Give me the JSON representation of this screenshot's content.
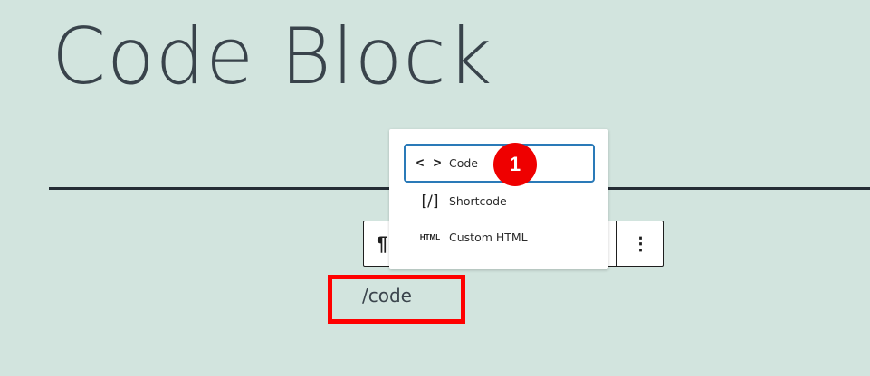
{
  "page": {
    "title": "Code Block"
  },
  "block_toolbar": {
    "paragraph_icon": "¶",
    "more_options_icon": "⋮"
  },
  "inserter": {
    "items": [
      {
        "icon": "< >",
        "icon_name": "code-icon",
        "label": "Code",
        "selected": true
      },
      {
        "icon": "[/]",
        "icon_name": "shortcode-icon",
        "label": "Shortcode",
        "selected": false
      },
      {
        "icon": "HTML",
        "icon_name": "html-icon",
        "label": "Custom HTML",
        "selected": false
      }
    ]
  },
  "annotation": {
    "step_badge": "1",
    "badge_color": "#ef0000",
    "highlight_color": "#ff0000"
  },
  "editor": {
    "slash_command": "/code"
  },
  "colors": {
    "background": "#d2e4de",
    "accent": "#2a7ab8",
    "text": "#39434b"
  }
}
